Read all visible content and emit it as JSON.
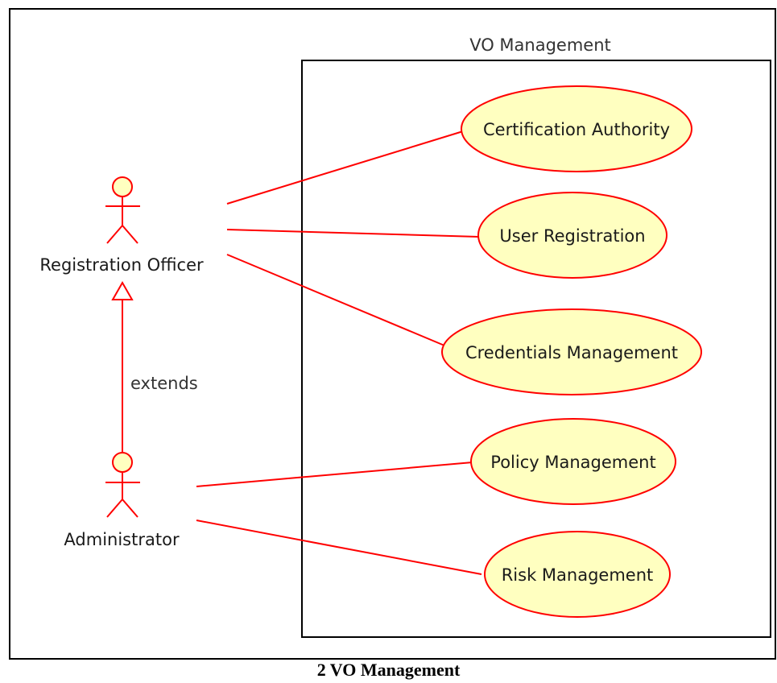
{
  "system": {
    "title": "VO Management"
  },
  "actors": {
    "registration_officer": "Registration Officer",
    "administrator": "Administrator"
  },
  "use_cases": {
    "certification_authority": "Certification Authority",
    "user_registration": "User Registration",
    "credentials_management": "Credentials Management",
    "policy_management": "Policy Management",
    "risk_management": "Risk Management"
  },
  "relations": {
    "extends_label": "extends"
  },
  "caption": "2 VO Management",
  "colors": {
    "line": "#ff0000",
    "use_case_fill": "#ffffc0",
    "frame": "#000000"
  }
}
